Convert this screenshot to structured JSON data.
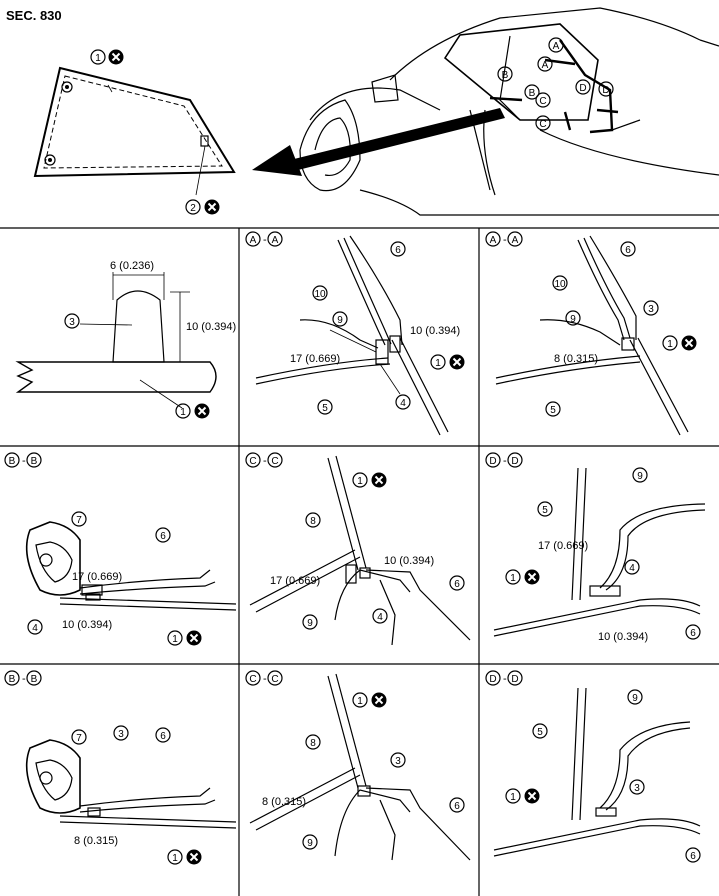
{
  "section": "SEC. 830",
  "dims": {
    "d6": "6 (0.236)",
    "d10": "10 (0.394)",
    "d17": "17 (0.669)",
    "d8": "8 (0.315)"
  },
  "parts": {
    "p1": "1",
    "p2": "2",
    "p3": "3",
    "p4": "4",
    "p5": "5",
    "p6": "6",
    "p7": "7",
    "p8": "8",
    "p9": "9",
    "p10": "10"
  },
  "sections": {
    "A": "A",
    "B": "B",
    "C": "C",
    "D": "D"
  },
  "icons": {
    "discard": "x-circle-icon"
  }
}
